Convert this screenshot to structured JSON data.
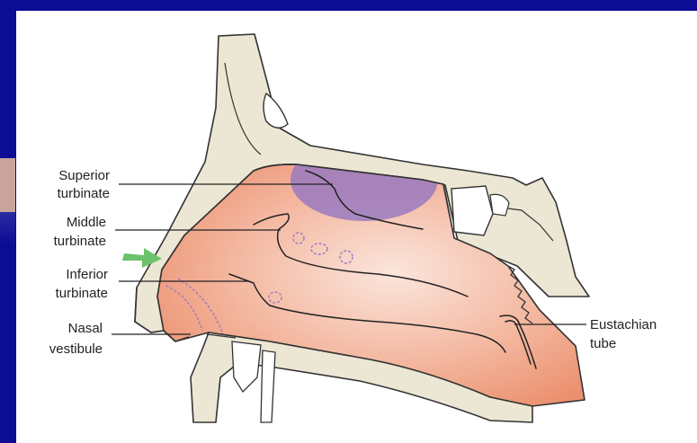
{
  "labels": {
    "superior_1": "Superior",
    "superior_2": "turbinate",
    "middle_1": "Middle",
    "middle_2": "turbinate",
    "inferior_1": "Inferior",
    "inferior_2": "turbinate",
    "nasal_1": "Nasal",
    "nasal_2": "vestibule",
    "eustachian_1": "Eustachian",
    "eustachian_2": "tube"
  },
  "colors": {
    "slide_background": "#0c0c94",
    "bone": "#ece7d4",
    "cavity": "#f0a488",
    "olfactory_region": "#9a7ac0",
    "airflow_arrow": "#6cc26c"
  }
}
